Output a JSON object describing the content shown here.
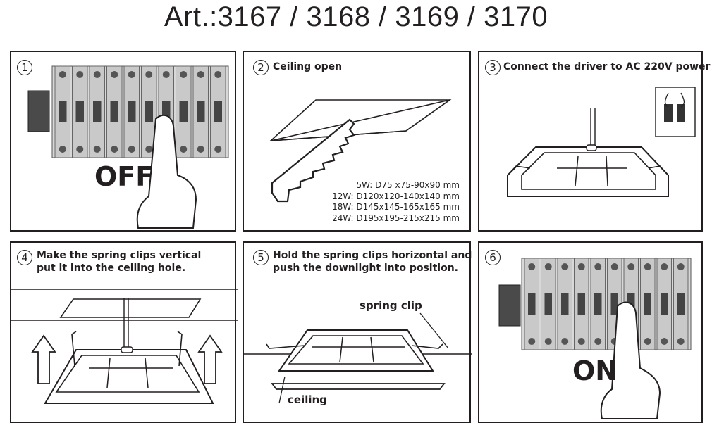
{
  "title": "Art.:3167 / 3168 / 3169 / 3170",
  "steps": [
    {
      "number": "1",
      "big_label": "OFF"
    },
    {
      "number": "2",
      "caption": "Ceiling open",
      "sizes": [
        "5W: D75 x75-90x90 mm",
        "12W: D120x120-140x140 mm",
        "18W: D145x145-165x165 mm",
        "24W: D195x195-215x215 mm"
      ]
    },
    {
      "number": "3",
      "caption": "Connect the driver to AC 220V power"
    },
    {
      "number": "4",
      "caption_lines": [
        "Make the spring clips vertical",
        "put it into the ceiling hole."
      ]
    },
    {
      "number": "5",
      "caption_lines": [
        "Hold the spring clips horizontal and",
        "push the downlight into position."
      ],
      "label_spring": "spring clip",
      "label_ceiling": "ceiling"
    },
    {
      "number": "6",
      "big_label": "ON"
    }
  ]
}
